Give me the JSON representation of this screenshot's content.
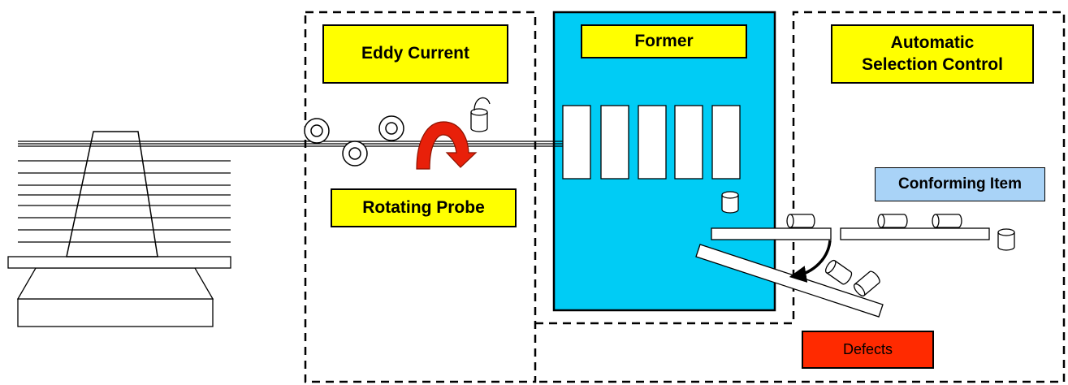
{
  "labels": {
    "eddy_current": "Eddy Current",
    "rotating_probe": "Rotating Probe",
    "former": "Former",
    "automatic_selection_line1": "Automatic",
    "automatic_selection_line2": "Selection Control",
    "conforming_item": "Conforming Item",
    "defects": "Defects"
  },
  "colors": {
    "label_yellow": "#ffff00",
    "former_panel": "#00ccf5",
    "conforming_label": "#a9d3f7",
    "defects_label": "#ff2a00",
    "rotation_arrow": "#e8200a",
    "outline": "#000000"
  },
  "icons": {
    "rotation_arrow": "curved-arrow-icon",
    "parts": "cylinder-part-icon",
    "rollers": "roller-icon"
  }
}
